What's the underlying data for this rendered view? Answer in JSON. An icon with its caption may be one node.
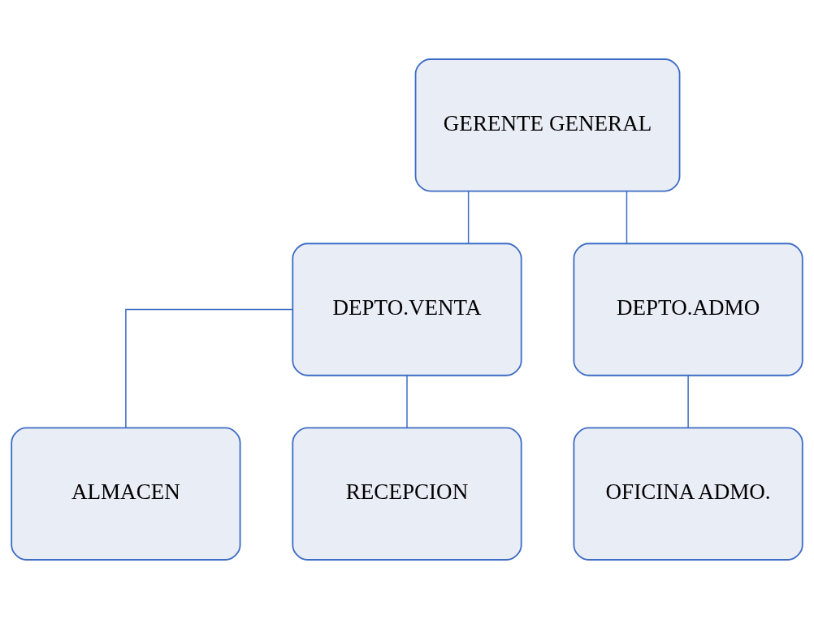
{
  "diagram": {
    "nodes": [
      {
        "text": [
          "GERENTE GENERAL"
        ]
      },
      {
        "text": [
          "DEPTO.VENTA"
        ]
      },
      {
        "text": [
          "DEPTO.ADMO"
        ]
      },
      {
        "text": [
          "ALMACEN"
        ]
      },
      {
        "text": [
          "RECEPCION"
        ]
      },
      {
        "text": [
          "OFICINA ADMO."
        ]
      }
    ],
    "edges": [
      {
        "from": 0,
        "to": 1,
        "arrow": "none"
      },
      {
        "from": 0,
        "to": 2,
        "arrow": "none"
      },
      {
        "from": 1,
        "to": 3,
        "arrow": "none"
      },
      {
        "from": 1,
        "to": 4,
        "arrow": "none"
      },
      {
        "from": 2,
        "to": 5,
        "arrow": "none"
      }
    ]
  }
}
